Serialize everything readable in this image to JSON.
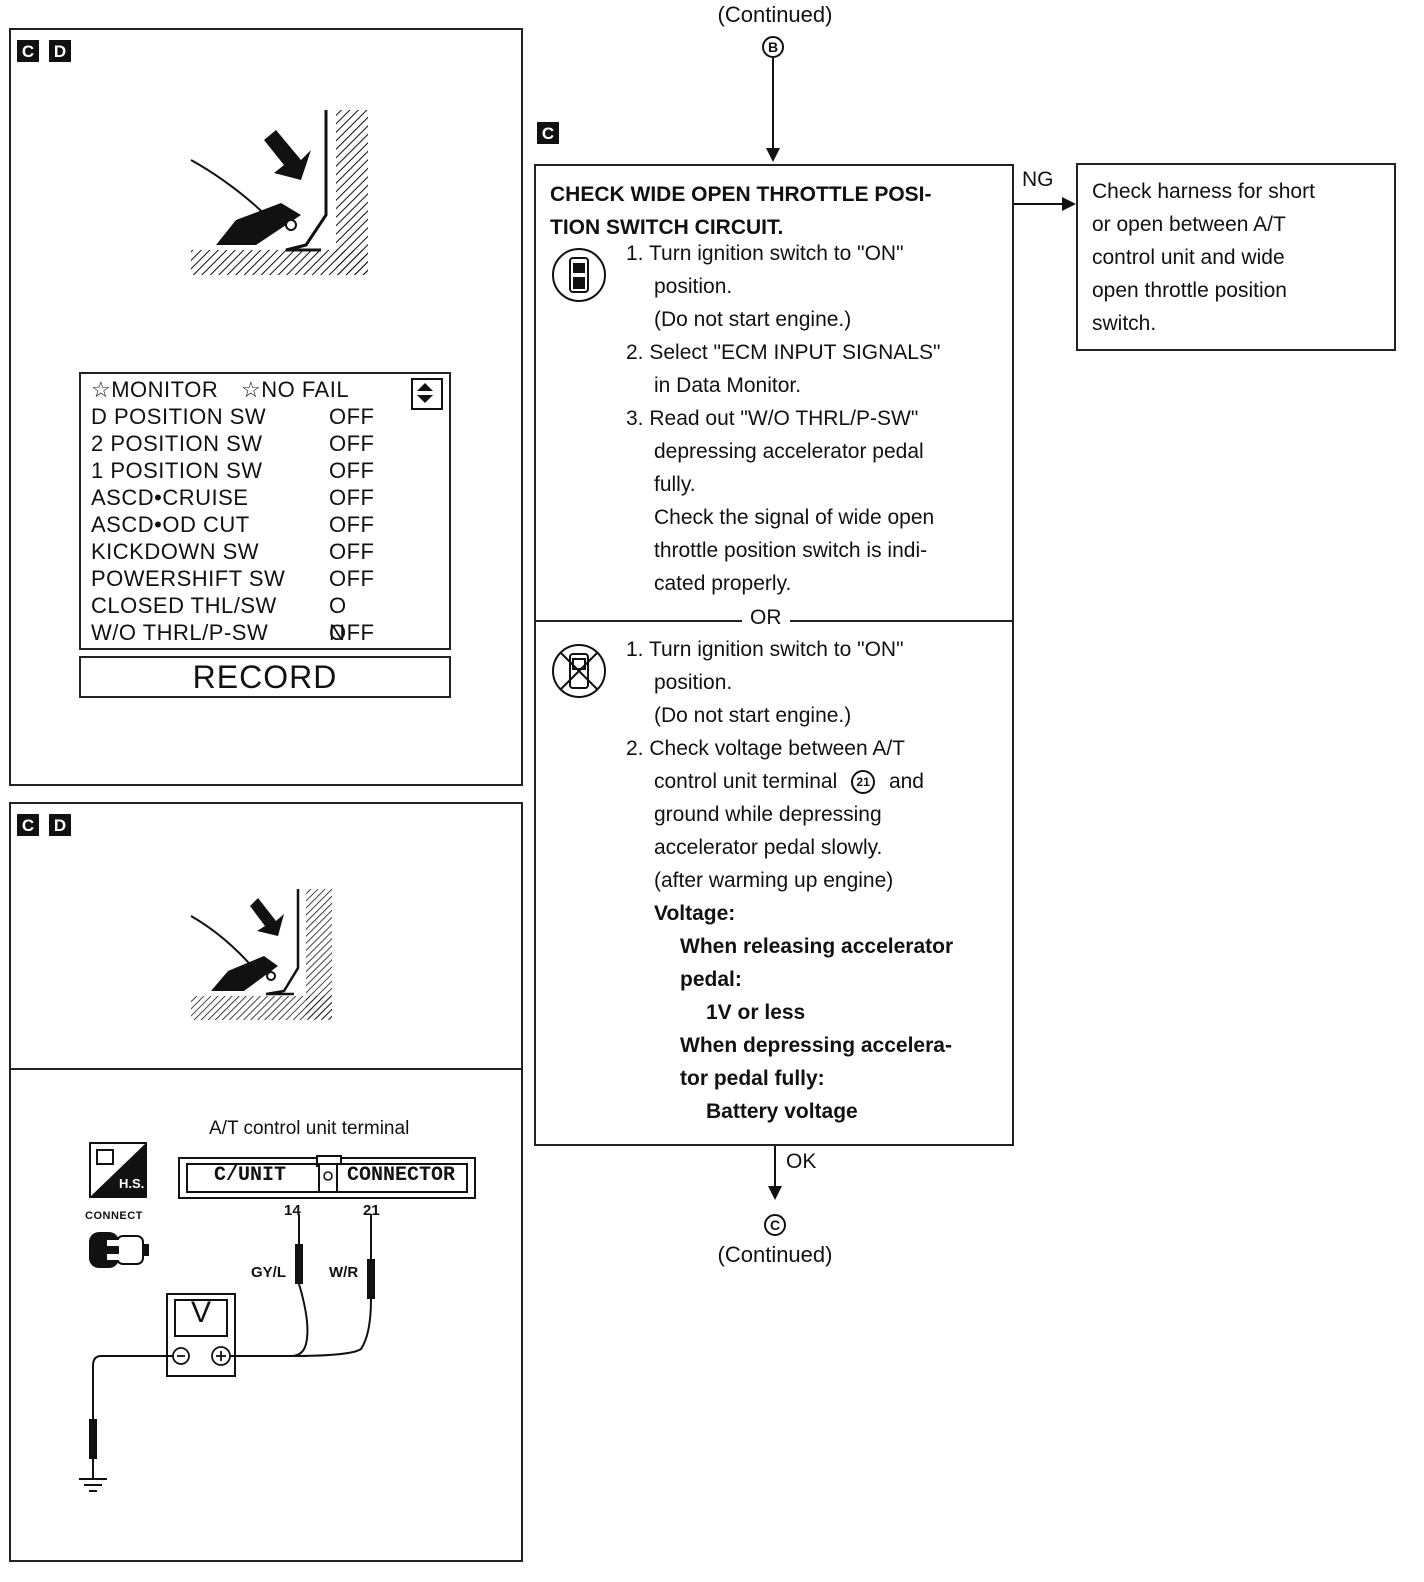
{
  "top_continued": "(Continued)",
  "top_marker": "B",
  "bottom_continued": "(Continued)",
  "bottom_marker": "C",
  "panel1": {
    "badges": [
      "C",
      "D"
    ],
    "monitor": {
      "header_left": "☆MONITOR",
      "header_right": "☆NO FAIL",
      "rows": [
        {
          "label": "D POSITION SW",
          "value": "OFF"
        },
        {
          "label": "2 POSITION SW",
          "value": "OFF"
        },
        {
          "label": "1 POSITION SW",
          "value": "OFF"
        },
        {
          "label": "ASCD•CRUISE",
          "value": "OFF"
        },
        {
          "label": "ASCD•OD CUT",
          "value": "OFF"
        },
        {
          "label": "KICKDOWN SW",
          "value": "OFF"
        },
        {
          "label": "POWERSHIFT SW",
          "value": "OFF"
        },
        {
          "label": "CLOSED THL/SW",
          "value": "O N"
        },
        {
          "label": "W/O THRL/P-SW",
          "value": "OFF"
        }
      ],
      "record": "RECORD"
    }
  },
  "panel2": {
    "badges": [
      "C",
      "D"
    ],
    "terminal_title": "A/T control unit terminal",
    "cunit_label": "C/UNIT",
    "connector_label": "CONNECTOR",
    "pin_14": "14",
    "pin_21": "21",
    "wire_14": "GY/L",
    "wire_21": "W/R",
    "connect_label": "CONNECT",
    "hs_label": "H.S.",
    "meter": "V"
  },
  "flow": {
    "badge": "C",
    "ng": "NG",
    "ok": "OK",
    "or": "OR",
    "title_1": "CHECK WIDE OPEN THROTTLE POSI-",
    "title_2": "TION SWITCH CIRCUIT.",
    "a_lines": [
      "1. Turn ignition switch to \"ON\"",
      "position.",
      "(Do not start engine.)",
      "2. Select \"ECM INPUT SIGNALS\"",
      "in Data Monitor.",
      "3. Read out \"W/O THRL/P-SW\"",
      "depressing accelerator pedal",
      "fully.",
      "Check the signal of wide open",
      "throttle position switch is indi-",
      "cated properly."
    ],
    "b_lines": [
      "1. Turn ignition switch to \"ON\"",
      "position.",
      "(Do not start engine.)",
      "2. Check voltage between A/T",
      "control unit terminal",
      "ground while depressing",
      "accelerator pedal slowly.",
      "(after warming up engine)"
    ],
    "terminal_ref": "21",
    "b_and": "and",
    "voltage_label": "Voltage:",
    "release_1": "When releasing accelerator",
    "release_2": "pedal:",
    "release_val": "1V or less",
    "depress_1": "When depressing accelera-",
    "depress_2": "tor pedal fully:",
    "depress_val": "Battery voltage",
    "ng_box": [
      "Check harness for short",
      "or open between A/T",
      "control unit and wide",
      "open throttle position",
      "switch."
    ]
  }
}
